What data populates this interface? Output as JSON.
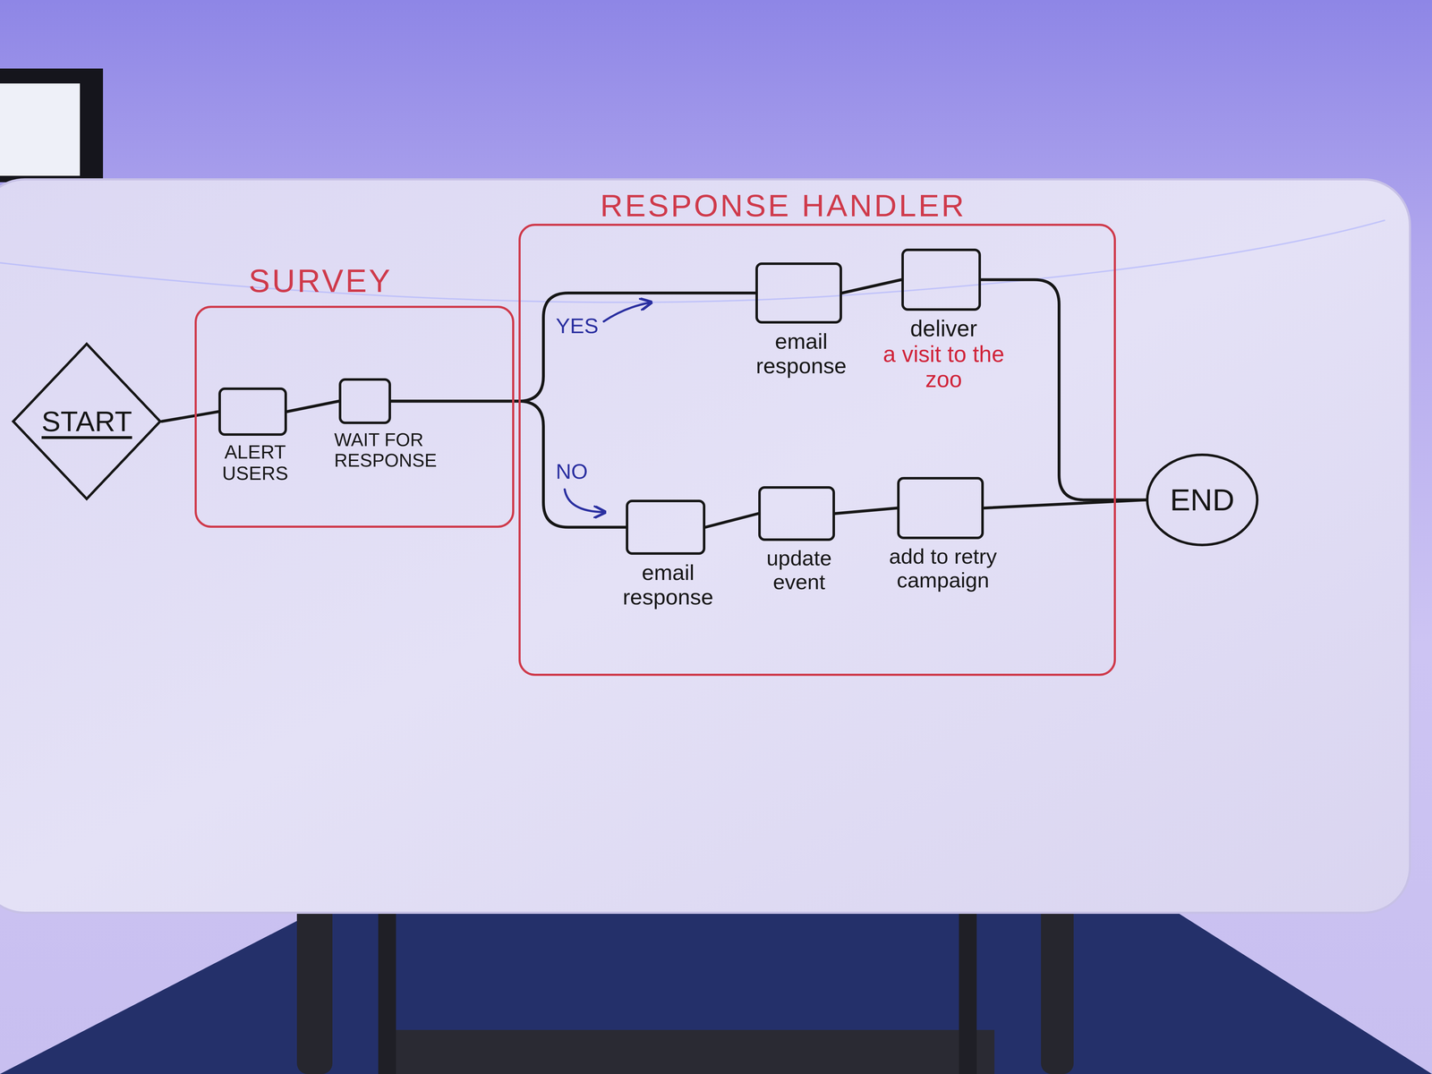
{
  "diagram": {
    "nodes": [
      {
        "text": [
          "START"
        ]
      },
      {
        "text": [
          "SURVEY"
        ]
      },
      {
        "text": [
          "ALERT USERS"
        ],
        "in": 1
      },
      {
        "text": [
          "WAIT FOR RESPONSE"
        ],
        "in": 1
      },
      {
        "text": [
          "RESPONSE HANDLER"
        ]
      },
      {
        "text": [
          "email response"
        ],
        "in": 4
      },
      {
        "text": [
          "deliver",
          "a visit to the zoo"
        ],
        "in": 4
      },
      {
        "text": [
          "email response"
        ],
        "in": 4
      },
      {
        "text": [
          "update event"
        ],
        "in": 4
      },
      {
        "text": [
          "add to retry campaign"
        ],
        "in": 4
      },
      {
        "text": [
          "END"
        ]
      }
    ],
    "edges": [
      {
        "from": 0,
        "to": 2,
        "arrow": "none"
      },
      {
        "from": 2,
        "to": 3,
        "arrow": "none"
      },
      {
        "from": 3,
        "to": 5,
        "label": "YES",
        "arrow": "none"
      },
      {
        "from": 5,
        "to": 6,
        "arrow": "none"
      },
      {
        "from": 6,
        "to": 10,
        "arrow": "none"
      },
      {
        "from": 3,
        "to": 7,
        "label": "NO",
        "arrow": "none"
      },
      {
        "from": 7,
        "to": 8,
        "arrow": "none"
      },
      {
        "from": 8,
        "to": 9,
        "arrow": "none"
      },
      {
        "from": 9,
        "to": 10,
        "arrow": "none"
      }
    ]
  }
}
